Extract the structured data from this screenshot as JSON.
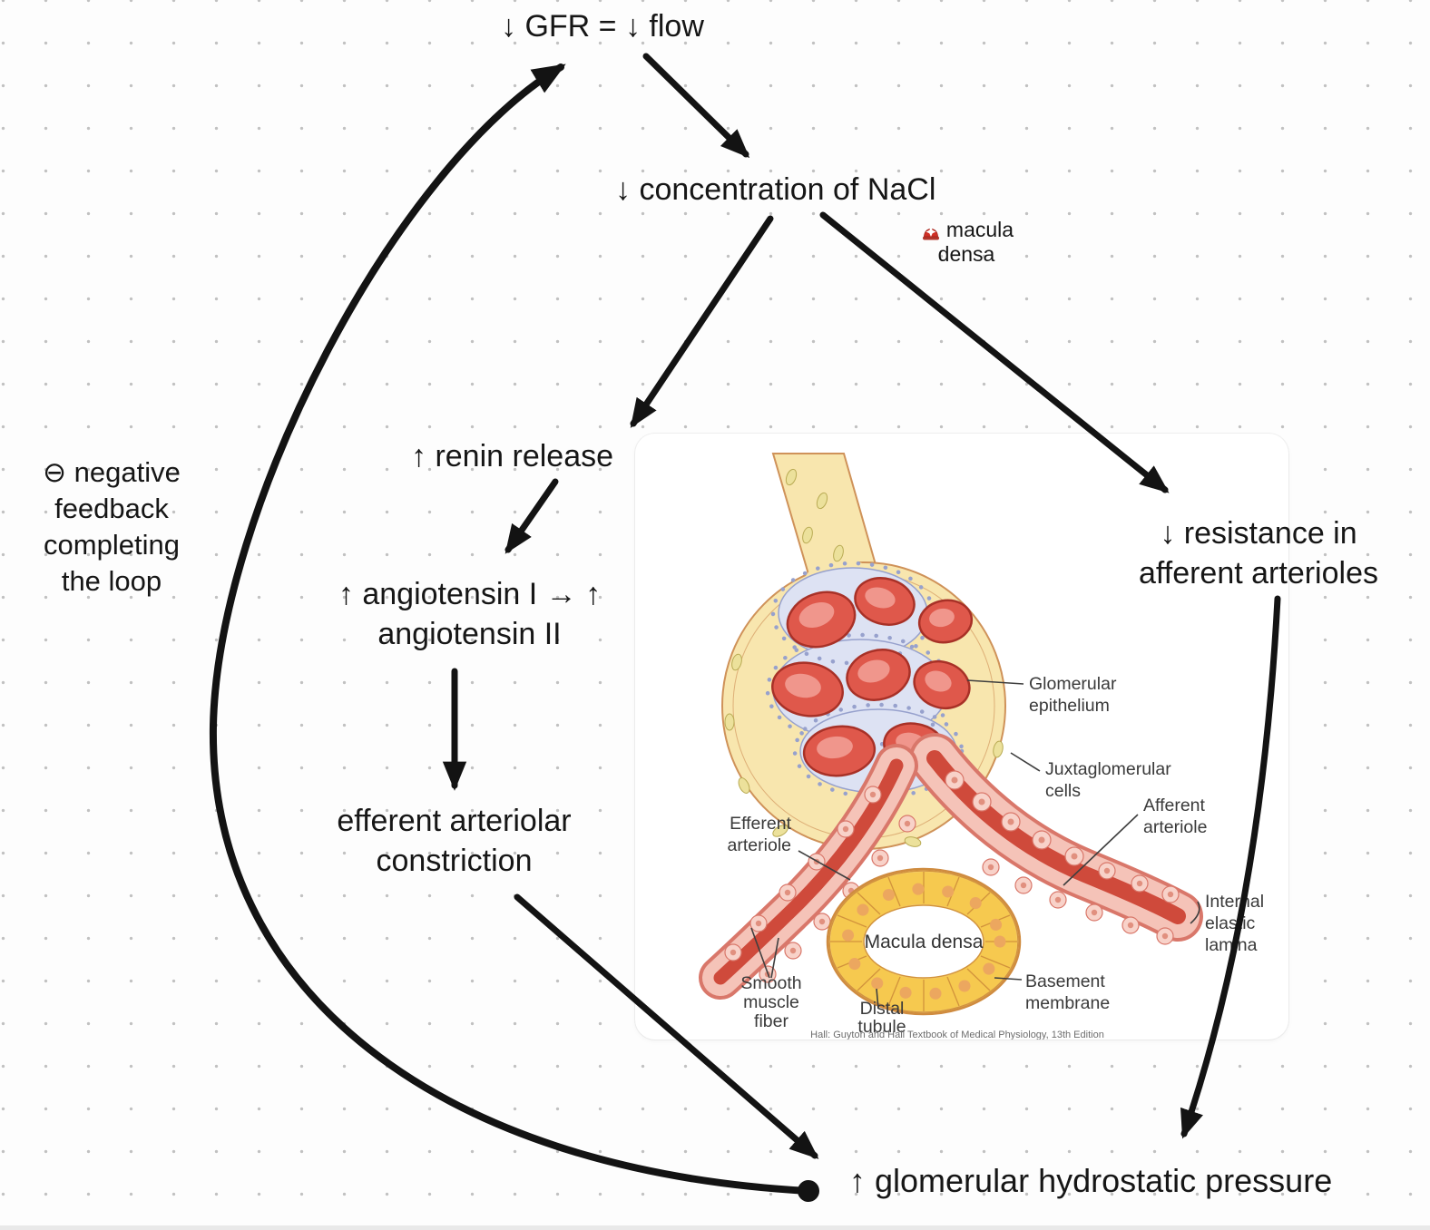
{
  "palette": {
    "ink": "#131313",
    "canvas-bg": "#fdfdfd",
    "dot": "#c1c1c1",
    "card-bg": "#ffffff",
    "text": "#161616",
    "figure-label": "#3a3a3a",
    "capsule": "#f8e6ae",
    "capsule-edge": "#cf9259",
    "capsule-nucleus": "#ece19b",
    "cap-red": "#df584b",
    "cap-red-edge": "#a83127",
    "cap-red-light": "#f0968c",
    "matrix": "#dde2f3",
    "matrix-edge": "#97a1cd",
    "vessel-wall": "#f5c3b8",
    "vessel-edge": "#d9776a",
    "vessel-lumen": "#cf4a3b",
    "cell-fill": "#f8d2c9",
    "cell-nucleus": "#e1907f",
    "md-base": "#f3d49b",
    "md-cell": "#f6c94f",
    "md-edge": "#d2933c",
    "md-edge-dark": "#cf8b3f",
    "md-nucleus": "#eca75f",
    "beacon-red": "#d03026"
  },
  "nodes": {
    "gfr": "↓ GFR = ↓ flow",
    "nacl": "↓ concentration of NaCl",
    "macula_note": {
      "line1": "macula",
      "line2": "densa"
    },
    "renin": "↑ renin release",
    "angiotensin": {
      "line1": "↑ angiotensin I → ↑",
      "line2": "angiotensin II"
    },
    "efferent_constriction": {
      "line1": "efferent arteriolar",
      "line2": "constriction"
    },
    "negative_feedback": {
      "line1": "⊖ negative",
      "line2": "feedback",
      "line3": "completing",
      "line4": "the loop"
    },
    "resistance": {
      "line1": "↓ resistance in",
      "line2": "afferent arterioles"
    },
    "pressure": "↑ glomerular hydrostatic pressure"
  },
  "icons": {
    "macula_marker": "rotating-light-emoji 🚨"
  },
  "figure": {
    "labels": {
      "glomerular_epithelium": {
        "line1": "Glomerular",
        "line2": "epithelium"
      },
      "juxtaglomerular_cells": {
        "line1": "Juxtaglomerular",
        "line2": "cells"
      },
      "afferent_arteriole": {
        "line1": "Afferent",
        "line2": "arteriole"
      },
      "efferent_arteriole": {
        "line1": "Efferent",
        "line2": "arteriole"
      },
      "internal_elastic_lamina": {
        "line1": "Internal",
        "line2": "elastic",
        "line3": "lamina"
      },
      "macula_densa": "Macula densa",
      "basement_membrane": {
        "line1": "Basement",
        "line2": "membrane"
      },
      "smooth_muscle_fiber": {
        "line1": "Smooth",
        "line2": "muscle",
        "line3": "fiber"
      },
      "distal_tubule": {
        "line1": "Distal",
        "line2": "tubule"
      },
      "caption": "Hall: Guyton and Hall Textbook of Medical Physiology, 13th Edition"
    }
  }
}
